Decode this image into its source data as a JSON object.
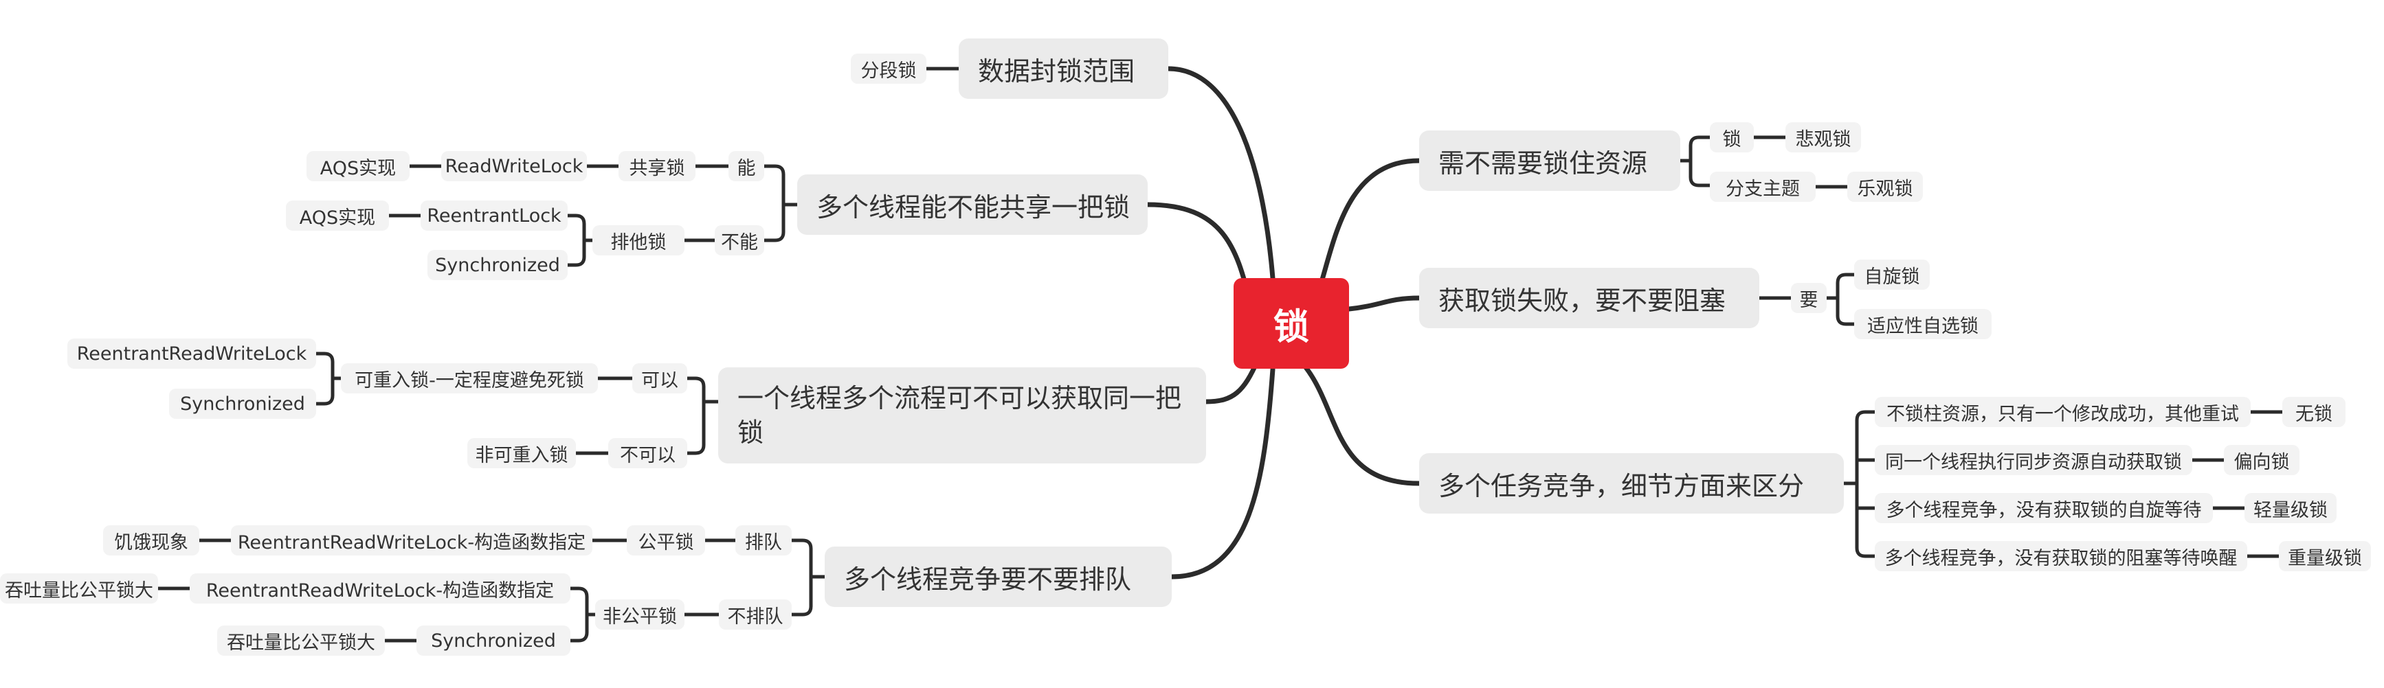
{
  "center": "锁",
  "right": [
    {
      "label": "需不需要锁住资源",
      "children": [
        {
          "label": "锁",
          "children": [
            {
              "label": "悲观锁"
            }
          ]
        },
        {
          "label": "分支主题",
          "children": [
            {
              "label": "乐观锁"
            }
          ]
        }
      ]
    },
    {
      "label": "获取锁失败，要不要阻塞",
      "children": [
        {
          "label": "要",
          "children": [
            {
              "label": "自旋锁"
            },
            {
              "label": "适应性自选锁"
            }
          ]
        }
      ]
    },
    {
      "label": "多个任务竞争，细节方面来区分",
      "children": [
        {
          "label": "不锁柱资源，只有一个修改成功，其他重试",
          "children": [
            {
              "label": "无锁"
            }
          ]
        },
        {
          "label": "同一个线程执行同步资源自动获取锁",
          "children": [
            {
              "label": "偏向锁"
            }
          ]
        },
        {
          "label": "多个线程竞争，没有获取锁的自旋等待",
          "children": [
            {
              "label": "轻量级锁"
            }
          ]
        },
        {
          "label": "多个线程竞争，没有获取锁的阻塞等待唤醒",
          "children": [
            {
              "label": "重量级锁"
            }
          ]
        }
      ]
    }
  ],
  "left": [
    {
      "label": "数据封锁范围",
      "children": [
        {
          "label": "分段锁"
        }
      ]
    },
    {
      "label": "多个线程能不能共享一把锁",
      "children": [
        {
          "label": "能",
          "children": [
            {
              "label": "共享锁",
              "children": [
                {
                  "label": "ReadWriteLock",
                  "children": [
                    {
                      "label": "AQS实现"
                    }
                  ]
                }
              ]
            }
          ]
        },
        {
          "label": "不能",
          "children": [
            {
              "label": "排他锁",
              "children": [
                {
                  "label": "ReentrantLock",
                  "children": [
                    {
                      "label": "AQS实现"
                    }
                  ]
                },
                {
                  "label": "Synchronized"
                }
              ]
            }
          ]
        }
      ]
    },
    {
      "label": "一个线程多个流程可不可以获取同一把锁",
      "children": [
        {
          "label": "可以",
          "children": [
            {
              "label": "可重入锁-一定程度避免死锁",
              "children": [
                {
                  "label": "ReentrantReadWriteLock"
                },
                {
                  "label": "Synchronized"
                }
              ]
            }
          ]
        },
        {
          "label": "不可以",
          "children": [
            {
              "label": "非可重入锁"
            }
          ]
        }
      ]
    },
    {
      "label": "多个线程竞争要不要排队",
      "children": [
        {
          "label": "排队",
          "children": [
            {
              "label": "公平锁",
              "children": [
                {
                  "label": "ReentrantReadWriteLock-构造函数指定",
                  "children": [
                    {
                      "label": "饥饿现象"
                    }
                  ]
                }
              ]
            }
          ]
        },
        {
          "label": "不排队",
          "children": [
            {
              "label": "非公平锁",
              "children": [
                {
                  "label": "ReentrantReadWriteLock-构造函数指定",
                  "children": [
                    {
                      "label": "吞吐量比公平锁大"
                    }
                  ]
                },
                {
                  "label": "Synchronized",
                  "children": [
                    {
                      "label": "吞吐量比公平锁大"
                    }
                  ]
                }
              ]
            }
          ]
        }
      ]
    }
  ],
  "colors": {
    "center": "#e8232e",
    "main_bg": "#ebebeb",
    "sub_bg": "#f3f3f3",
    "line": "#2b2b2b"
  }
}
